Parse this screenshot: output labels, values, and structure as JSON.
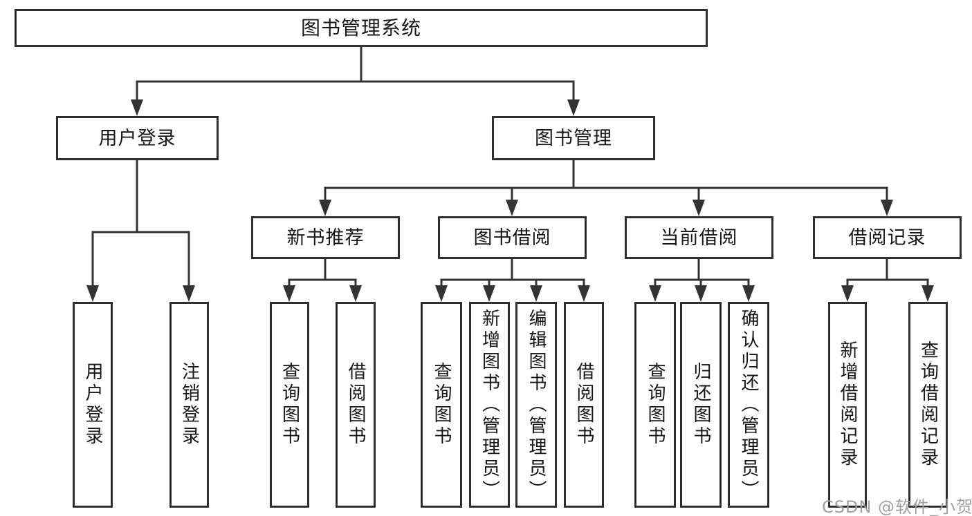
{
  "nodes": {
    "root": "图书管理系统",
    "level2": {
      "user_login": "用户登录",
      "book_mgmt": "图书管理"
    },
    "level3": {
      "new_books": "新书推荐",
      "book_borrow": "图书借阅",
      "current_borrow": "当前借阅",
      "borrow_records": "借阅记录"
    },
    "leaves": {
      "user_login": "用户登录",
      "logout": "注销登录",
      "nb_query": "查询图书",
      "nb_borrow": "借阅图书",
      "bb_query": "查询图书",
      "bb_add": "新增图书（管理员）",
      "bb_edit": "编辑图书（管理员）",
      "bb_borrow": "借阅图书",
      "cb_query": "查询图书",
      "cb_return": "归还图书",
      "cb_confirm": "确认归还（管理员）",
      "br_add": "新增借阅记录",
      "br_query": "查询借阅记录"
    }
  },
  "watermark": {
    "text": "CSDN @软件_小贺同学"
  },
  "colors": {
    "line": "#333333",
    "border": "#2e2e2e",
    "text": "#161616",
    "watermark": "#a0a0a0",
    "background": "#ffffff"
  }
}
